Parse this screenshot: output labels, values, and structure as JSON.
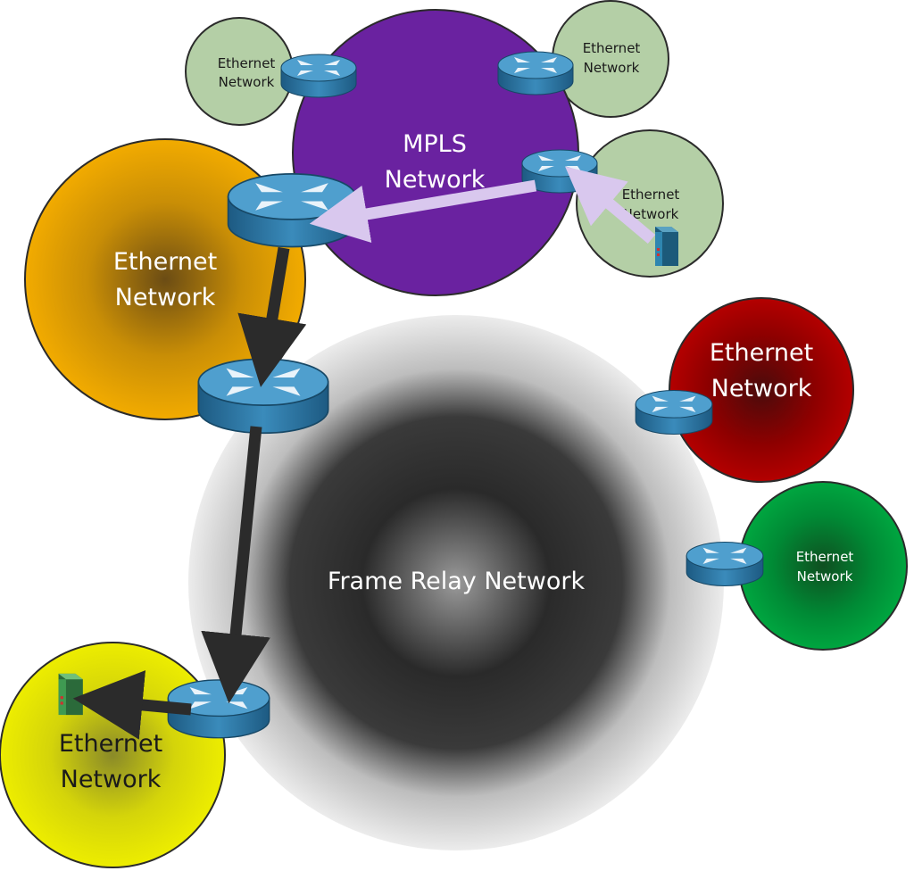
{
  "colors": {
    "ethernet_small": "#b5cfa8",
    "mpls": "#6c22a0",
    "ethernet_orange": "#f0a800",
    "ethernet_red": "#b00000",
    "ethernet_green": "#00a040",
    "ethernet_yellow": "#e8e800",
    "frame_relay_outer": "#e8e8e8",
    "router": "#2f79a8",
    "path_arrow": "#2b2b2b",
    "mpls_arrow": "#d9c8ee"
  },
  "networks": {
    "mpls": {
      "line1": "MPLS",
      "line2": "Network"
    },
    "frame_relay": {
      "label": "Frame Relay Network"
    },
    "eth_topleft": {
      "line1": "Ethernet",
      "line2": "Network"
    },
    "eth_topright": {
      "line1": "Ethernet",
      "line2": "Network"
    },
    "eth_rightsmall": {
      "line1": "Ethernet",
      "line2": "Network"
    },
    "eth_orange": {
      "line1": "Ethernet",
      "line2": "Network"
    },
    "eth_red": {
      "line1": "Ethernet",
      "line2": "Network"
    },
    "eth_green": {
      "line1": "Ethernet",
      "line2": "Network"
    },
    "eth_yellow": {
      "line1": "Ethernet",
      "line2": "Network"
    }
  },
  "icons": {
    "router": "router-icon",
    "server_source": "server-icon",
    "server_destination": "server-icon"
  }
}
